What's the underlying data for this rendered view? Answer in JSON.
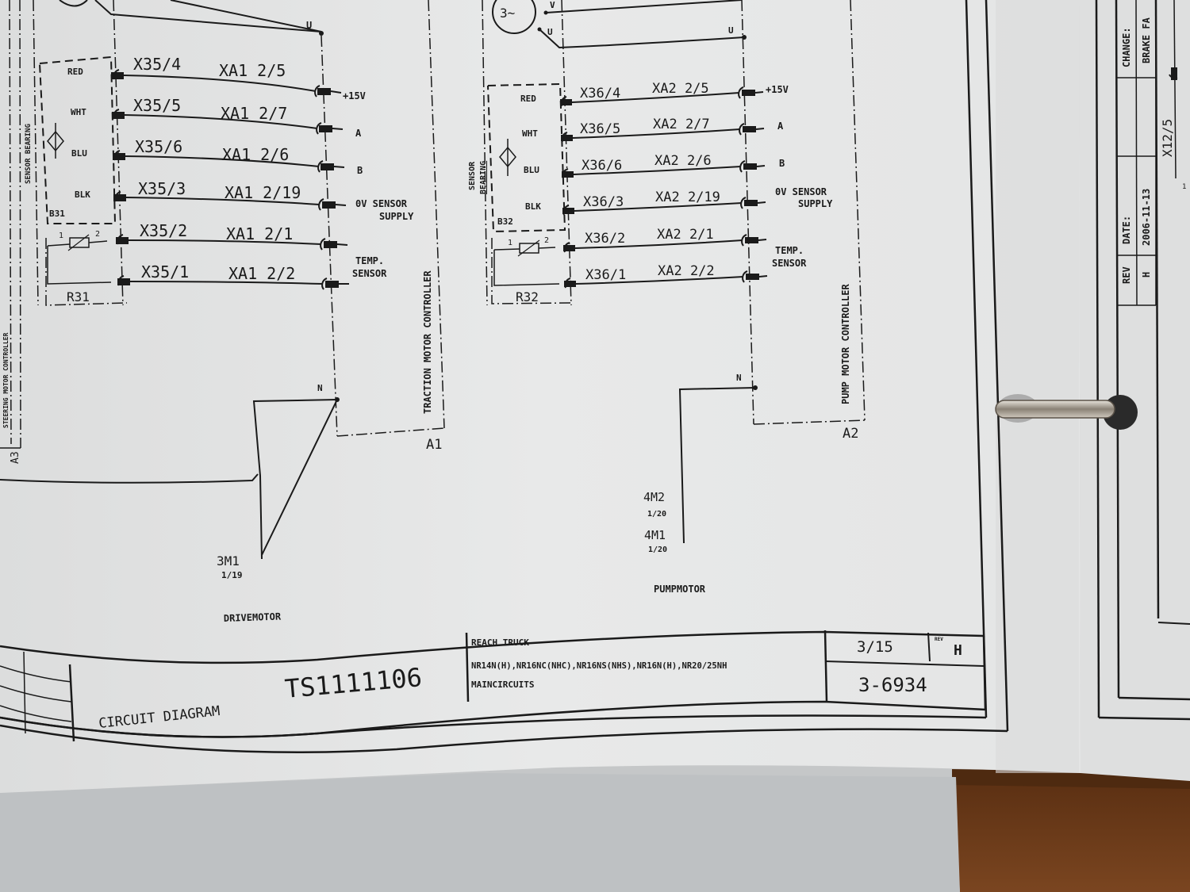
{
  "document": {
    "type": "circuit diagram printout",
    "colors": {
      "paper": "#e6e7e7",
      "paper_shadow": "#d3d4d5",
      "ink": "#1a1a1a",
      "wood": "#6b3a17",
      "background": "#c9cacb",
      "ring": "#b9b3aa"
    }
  },
  "left_block": {
    "partial_label": "STEERING MOTOR CONTROLLER",
    "id": "A3"
  },
  "traction": {
    "motor_node": "U",
    "sensor_box_label": "SENSOR BEARING",
    "sensor_id": "B31",
    "resistor_id": "R31",
    "resistor_pins": [
      "1",
      "2"
    ],
    "rows": [
      {
        "wire": "RED",
        "x_pin": "X35/4",
        "xa_pin": "XA1 2/5",
        "signal": "+15V"
      },
      {
        "wire": "WHT",
        "x_pin": "X35/5",
        "xa_pin": "XA1 2/7",
        "signal": "A"
      },
      {
        "wire": "BLU",
        "x_pin": "X35/6",
        "xa_pin": "XA1 2/6",
        "signal": "B"
      },
      {
        "wire": "BLK",
        "x_pin": "X35/3",
        "xa_pin": "XA1 2/19",
        "signal": "0V SENSOR",
        "signal2": "SUPPLY"
      },
      {
        "wire": "",
        "x_pin": "X35/2",
        "xa_pin": "XA1 2/1",
        "signal": ""
      },
      {
        "wire": "",
        "x_pin": "X35/1",
        "xa_pin": "XA1 2/2",
        "signal": ""
      }
    ],
    "temp_label_1": "TEMP.",
    "temp_label_2": "SENSOR",
    "controller_label": "TRACTION MOTOR CONTROLLER",
    "controller_id": "A1",
    "n_node": "N",
    "motor_ref": "3M1",
    "motor_ref_page": "1/19",
    "motor_name": "DRIVEMOTOR"
  },
  "pump": {
    "motor_symbol": "3~",
    "motor_nodes": [
      "V",
      "U"
    ],
    "controller_node_u": "U",
    "sensor_box_label_1": "SENSOR",
    "sensor_box_label_2": "BEARING",
    "sensor_id": "B32",
    "resistor_id": "R32",
    "resistor_pins": [
      "1",
      "2"
    ],
    "rows": [
      {
        "wire": "RED",
        "x_pin": "X36/4",
        "xa_pin": "XA2 2/5",
        "signal": "+15V"
      },
      {
        "wire": "WHT",
        "x_pin": "X36/5",
        "xa_pin": "XA2 2/7",
        "signal": "A"
      },
      {
        "wire": "BLU",
        "x_pin": "X36/6",
        "xa_pin": "XA2 2/6",
        "signal": "B"
      },
      {
        "wire": "BLK",
        "x_pin": "X36/3",
        "xa_pin": "XA2 2/19",
        "signal": "0V SENSOR",
        "signal2": "SUPPLY"
      },
      {
        "wire": "",
        "x_pin": "X36/2",
        "xa_pin": "XA2 2/1",
        "signal": ""
      },
      {
        "wire": "",
        "x_pin": "X36/1",
        "xa_pin": "XA2 2/2",
        "signal": ""
      }
    ],
    "temp_label_1": "TEMP.",
    "temp_label_2": "SENSOR",
    "controller_label": "PUMP MOTOR CONTROLLER",
    "controller_id": "A2",
    "n_node": "N",
    "refs": [
      {
        "ref": "4M2",
        "page": "1/20"
      },
      {
        "ref": "4M1",
        "page": "1/20"
      }
    ],
    "motor_name": "PUMPMOTOR"
  },
  "title_block": {
    "doc_title": "CIRCUIT DIAGRAM",
    "doc_number": "TS1111106",
    "product": "REACH TRUCK",
    "models": "NR14N(H),NR16NC(NHC),NR16NS(NHS),NR16N(H),NR20/25NH",
    "section": "MAINCIRCUITS",
    "sheet": "3/15",
    "rev_label": "REV",
    "rev": "H",
    "drawing_no": "3-6934"
  },
  "right_page": {
    "connector": "X12/5",
    "pin": "1",
    "rev_header": "REV",
    "date_header": "DATE:",
    "change_header": "CHANGE:",
    "rev_value": "H",
    "date_value": "2006-11-13",
    "change_value": "BRAKE FA"
  }
}
